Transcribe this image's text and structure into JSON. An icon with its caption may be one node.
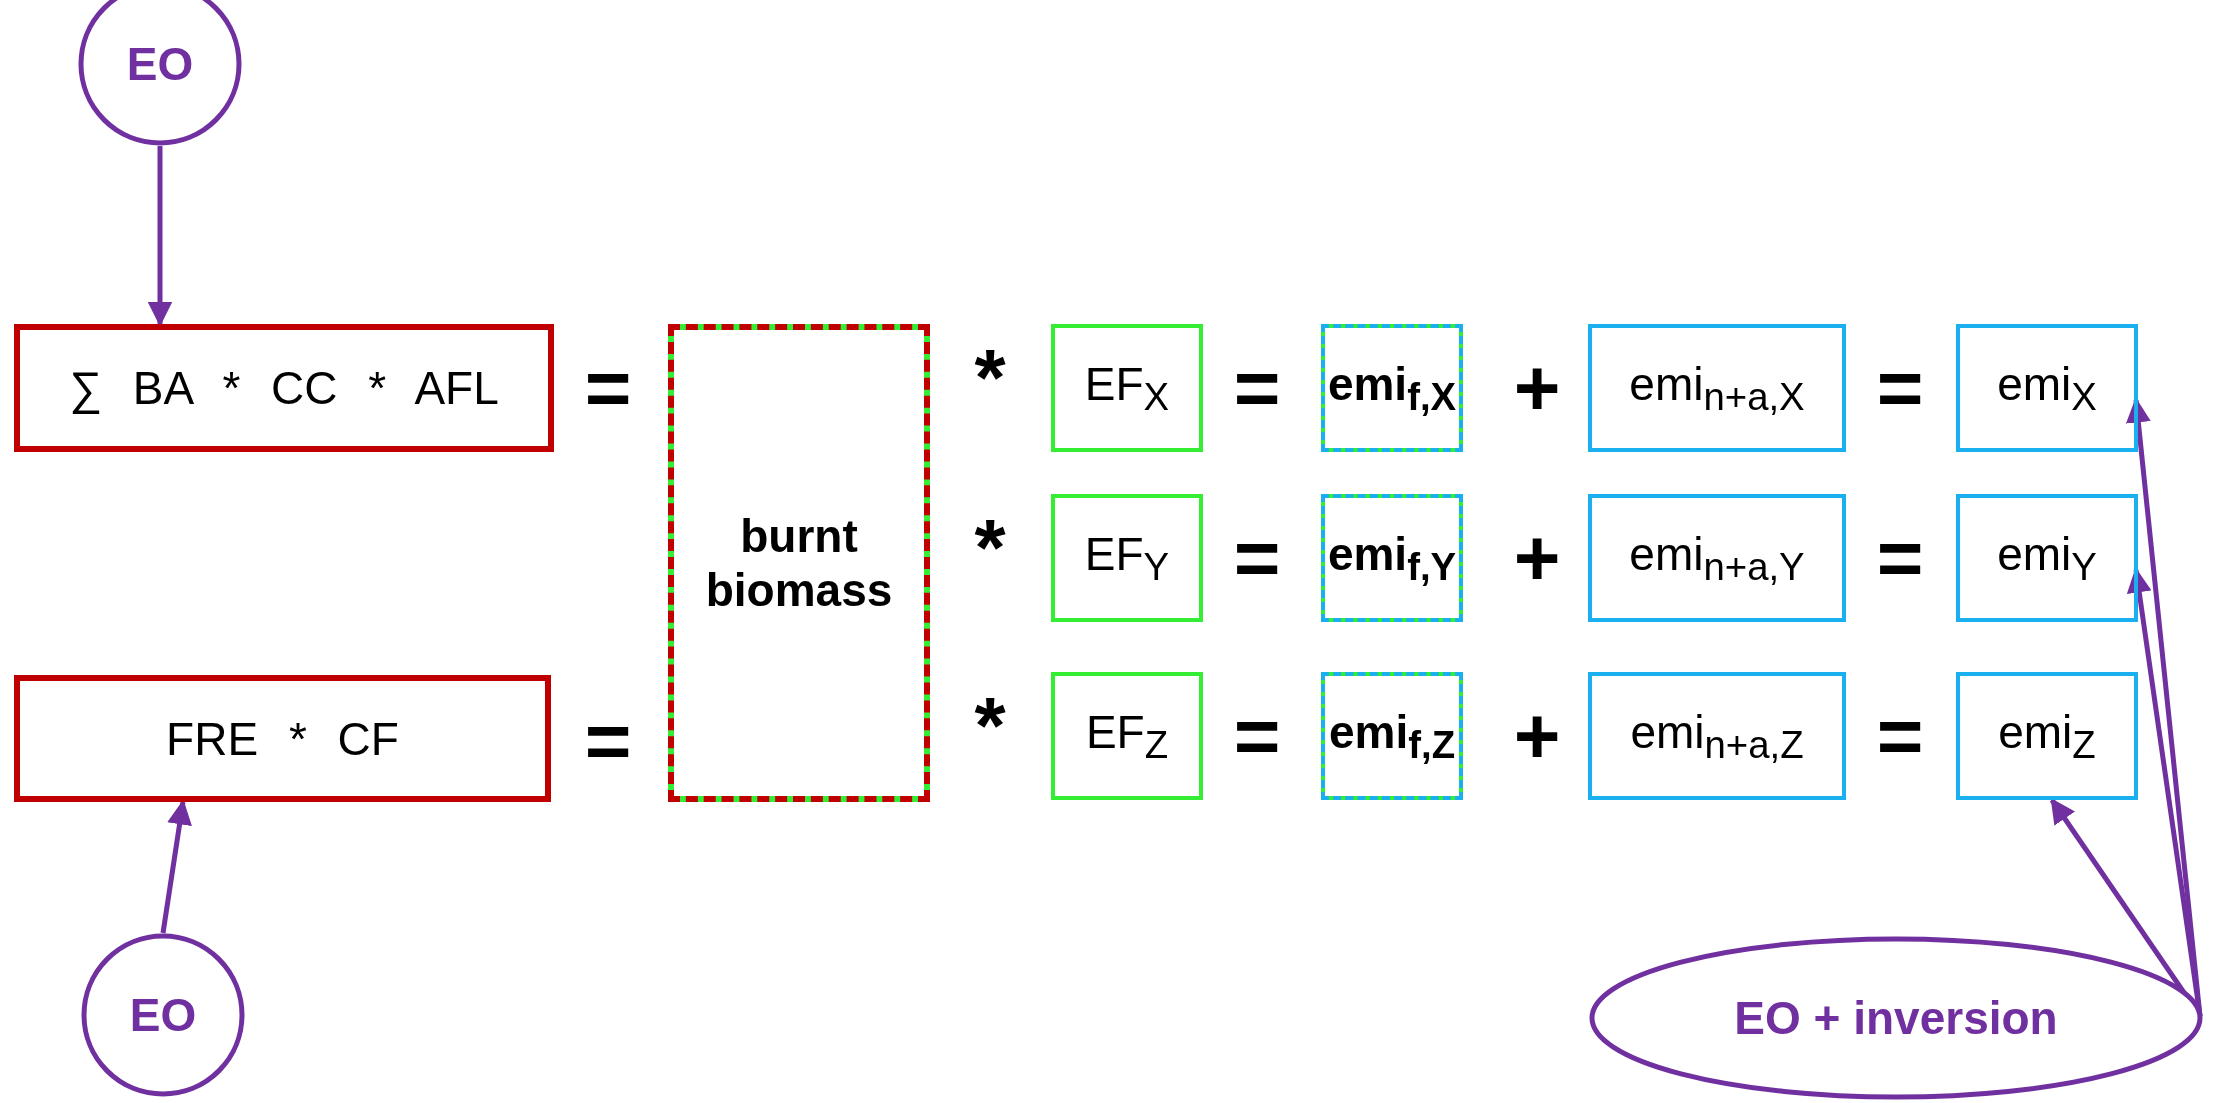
{
  "diagram": {
    "nodes": [
      {
        "text": [
          "EO"
        ]
      },
      {
        "text": [
          "∑ BA * CC * AFL"
        ]
      },
      {
        "text": [
          "FRE * CF"
        ]
      },
      {
        "text": [
          "EO"
        ]
      },
      {
        "text": [
          "burnt biomass"
        ]
      },
      {
        "text": [
          "EF$_{X}$"
        ]
      },
      {
        "text": [
          "EF$_{Y}$"
        ]
      },
      {
        "text": [
          "EF$_{Z}$"
        ]
      },
      {
        "text": [
          "emi$_{f,X}$"
        ]
      },
      {
        "text": [
          "emi$_{f,Y}$"
        ]
      },
      {
        "text": [
          "emi$_{f,Z}$"
        ]
      },
      {
        "text": [
          "emi$_{n+a,X}$"
        ]
      },
      {
        "text": [
          "emi$_{n+a,Y}$"
        ]
      },
      {
        "text": [
          "emi$_{n+a,Z}$"
        ]
      },
      {
        "text": [
          "emi$_{X}$"
        ]
      },
      {
        "text": [
          "emi$_{Y}$"
        ]
      },
      {
        "text": [
          "emi$_{Z}$"
        ]
      },
      {
        "text": [
          "EO + inversion"
        ]
      }
    ],
    "edges": [
      {
        "from": 0,
        "to": 1,
        "arrow": "to"
      },
      {
        "from": 3,
        "to": 2,
        "arrow": "to"
      },
      {
        "from": 17,
        "to": 14,
        "arrow": "to"
      },
      {
        "from": 17,
        "to": 15,
        "arrow": "to"
      },
      {
        "from": 17,
        "to": 16,
        "arrow": "to"
      }
    ],
    "labels": [
      "=",
      "*",
      "=",
      "+",
      "=",
      "*",
      "=",
      "+",
      "=",
      "=",
      "*",
      "=",
      "+",
      "="
    ]
  }
}
